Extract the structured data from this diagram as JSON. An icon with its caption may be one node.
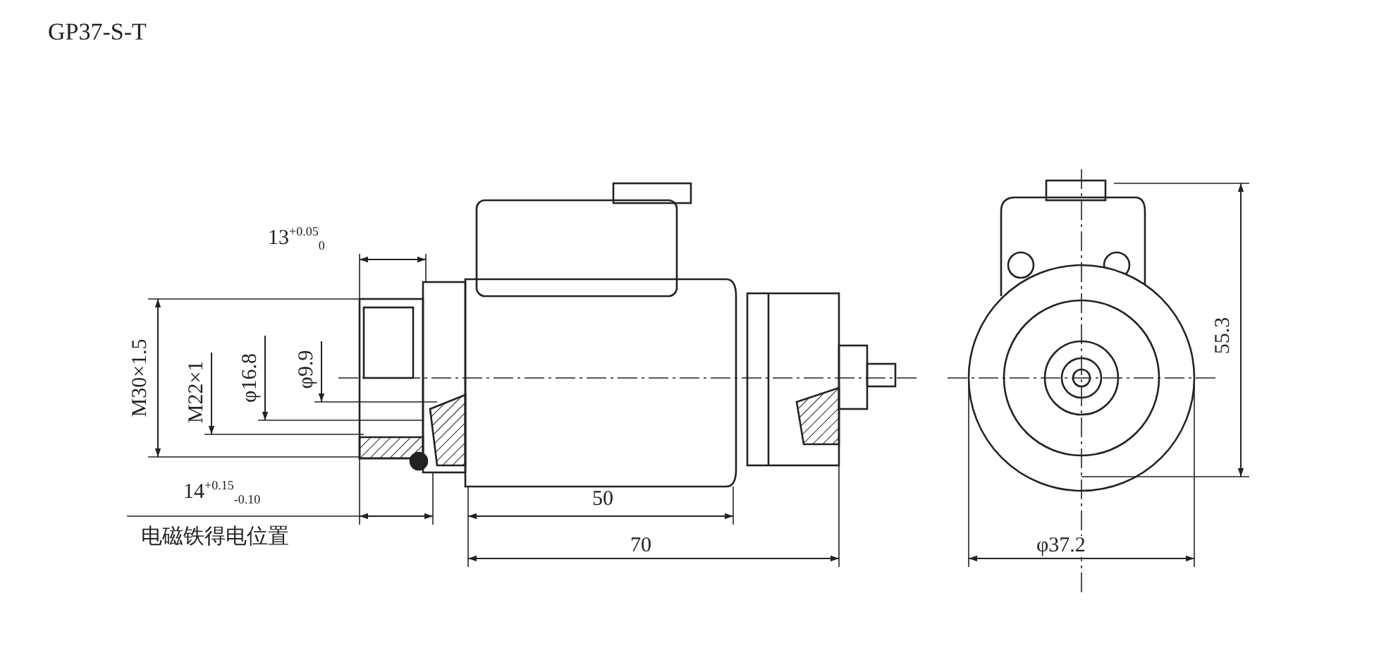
{
  "diagram": {
    "title": "GP37-S-T",
    "labels": [
      "13$^{+0.05}$$_{0}$",
      "M30×1.5",
      "M22×1",
      "φ16.8",
      "φ9.9",
      "14$^{+0.15}$$_{-0.10}$",
      "50",
      "电磁铁得电位置",
      "70",
      "55.3",
      "φ37.2"
    ]
  }
}
